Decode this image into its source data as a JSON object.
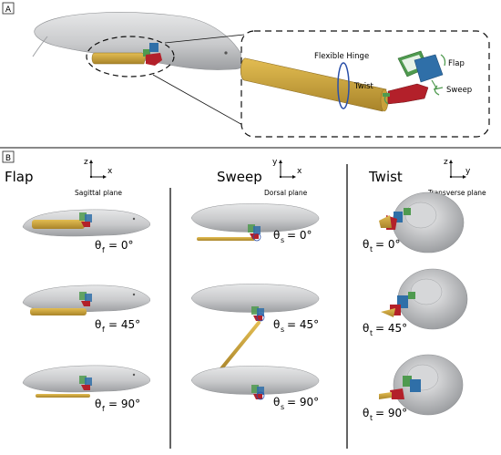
{
  "panel_a": {
    "label": "A",
    "inset": {
      "flexible_hinge": "Flexible Hinge",
      "twist": "Twist",
      "flap": "Flap",
      "sweep": "Sweep"
    }
  },
  "panel_b": {
    "label": "B",
    "columns": [
      {
        "title": "Flap",
        "plane": "Sagittal plane",
        "axis_v": "z",
        "axis_h": "x",
        "symbol": "θ",
        "subscript": "f",
        "angles": [
          "= 0°",
          "= 45°",
          "= 90°"
        ]
      },
      {
        "title": "Sweep",
        "plane": "Dorsal plane",
        "axis_v": "y",
        "axis_h": "x",
        "symbol": "θ",
        "subscript": "s",
        "angles": [
          "= 0°",
          "= 45°",
          "= 90°"
        ]
      },
      {
        "title": "Twist",
        "plane": "Transverse plane",
        "axis_v": "z",
        "axis_h": "y",
        "symbol": "θ",
        "subscript": "t",
        "angles": [
          "= 0°",
          "= 45°",
          "= 90°"
        ]
      }
    ]
  },
  "colors": {
    "body": "#cfd0d2",
    "body_shade": "#a9abae",
    "flipper": "#d4aa3c",
    "flipper_dark": "#a9842a",
    "actuator_red": "#b3202a",
    "actuator_blue": "#2f6fa8",
    "actuator_green": "#4f9a4f",
    "hinge": "#2a4fa8"
  }
}
